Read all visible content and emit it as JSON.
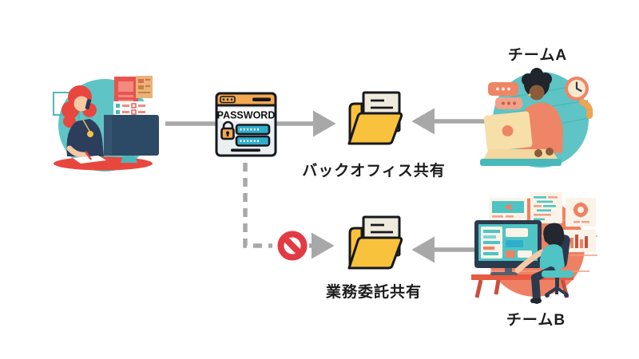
{
  "diagram": {
    "title_hint": "password sharing flow diagram",
    "labels": {
      "team_a": "チームA",
      "team_b": "チームB",
      "backoffice_share": "バックオフィス共有",
      "outsourcing_share": "業務委託共有",
      "password": "PASSWORD"
    },
    "icons": {
      "password_window": "password-window-icon",
      "folder_top": "open-folder-icon",
      "folder_bottom": "open-folder-icon",
      "prohibition": "prohibition-icon"
    },
    "colors": {
      "teal_circle": "#5FC4C5",
      "coral_circle": "#EE8163",
      "folder_yellow": "#F9C23C",
      "document_cream": "#EFEBDC",
      "arrow_gray": "#A8A8A8",
      "prohibition_red": "#E23B43",
      "title_bar_orange": "#F4A950",
      "password_field_teal": "#2FAECB",
      "accent_red": "#E8473F",
      "dark_navy": "#2C4A66",
      "text": "#1C1C1C"
    }
  }
}
